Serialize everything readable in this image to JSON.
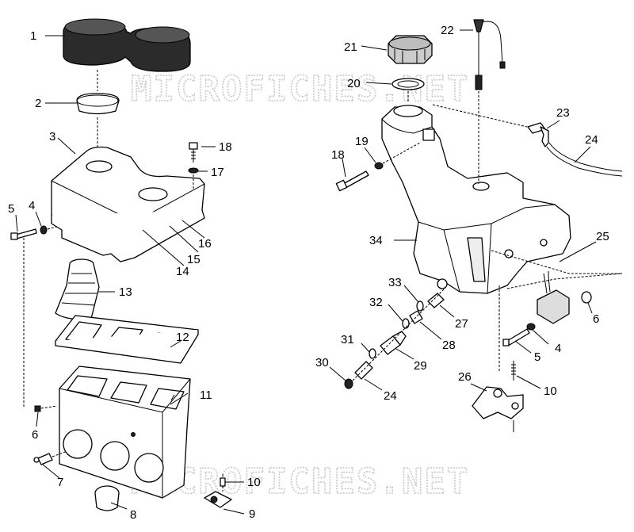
{
  "watermark": "MICROFICHES.NET",
  "callouts": [
    {
      "id": "c1",
      "label": "1"
    },
    {
      "id": "c2",
      "label": "2"
    },
    {
      "id": "c3",
      "label": "3"
    },
    {
      "id": "c4l",
      "label": "4"
    },
    {
      "id": "c5l",
      "label": "5"
    },
    {
      "id": "c6l",
      "label": "6"
    },
    {
      "id": "c7",
      "label": "7"
    },
    {
      "id": "c8",
      "label": "8"
    },
    {
      "id": "c9",
      "label": "9"
    },
    {
      "id": "c10l",
      "label": "10"
    },
    {
      "id": "c11",
      "label": "11"
    },
    {
      "id": "c12",
      "label": "12"
    },
    {
      "id": "c13",
      "label": "13"
    },
    {
      "id": "c14",
      "label": "14"
    },
    {
      "id": "c15",
      "label": "15"
    },
    {
      "id": "c16",
      "label": "16"
    },
    {
      "id": "c17",
      "label": "17"
    },
    {
      "id": "c18l",
      "label": "18"
    },
    {
      "id": "c18r",
      "label": "18"
    },
    {
      "id": "c19",
      "label": "19"
    },
    {
      "id": "c20",
      "label": "20"
    },
    {
      "id": "c21",
      "label": "21"
    },
    {
      "id": "c22",
      "label": "22"
    },
    {
      "id": "c23",
      "label": "23"
    },
    {
      "id": "c24t",
      "label": "24"
    },
    {
      "id": "c24b",
      "label": "24"
    },
    {
      "id": "c25",
      "label": "25"
    },
    {
      "id": "c26",
      "label": "26"
    },
    {
      "id": "c27",
      "label": "27"
    },
    {
      "id": "c28",
      "label": "28"
    },
    {
      "id": "c29",
      "label": "29"
    },
    {
      "id": "c30",
      "label": "30"
    },
    {
      "id": "c31",
      "label": "31"
    },
    {
      "id": "c32",
      "label": "32"
    },
    {
      "id": "c33",
      "label": "33"
    },
    {
      "id": "c34",
      "label": "34"
    },
    {
      "id": "c4r",
      "label": "4"
    },
    {
      "id": "c5r",
      "label": "5"
    },
    {
      "id": "c6r",
      "label": "6"
    },
    {
      "id": "c10r",
      "label": "10"
    }
  ]
}
